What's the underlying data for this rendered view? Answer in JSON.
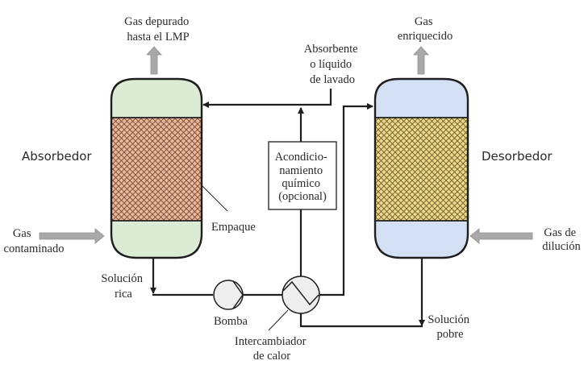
{
  "colors": {
    "absorber_shell": "#dcebd4",
    "absorber_packing": "#e8b898",
    "desorber_shell": "#d3dff2",
    "desorber_packing": "#ecd88a",
    "equipment_fill": "#eeeeee",
    "pipe": "#1e1e1e",
    "gas_arrow": "#a9a9a9"
  },
  "labels": {
    "absorber": "Absorbedor",
    "desorber": "Desorbedor",
    "clean_gas": [
      "Gas depurado",
      "hasta el LMP"
    ],
    "contaminated_gas": [
      "Gas",
      "contaminado"
    ],
    "absorbent": [
      "Absorbente",
      "o líquido",
      "de lavado"
    ],
    "enriched_gas": [
      "Gas",
      "enriquecido"
    ],
    "dilution_gas": [
      "Gas de",
      "dilución"
    ],
    "chem_conditioning": [
      "Acondicio-",
      "namiento",
      "químico",
      "(opcional)"
    ],
    "packing": "Empaque",
    "rich_solution": [
      "Solución",
      "rica"
    ],
    "pump": "Bomba",
    "heat_exchanger": [
      "Intercambiador",
      "de calor"
    ],
    "lean_solution": [
      "Solución",
      "pobre"
    ]
  }
}
